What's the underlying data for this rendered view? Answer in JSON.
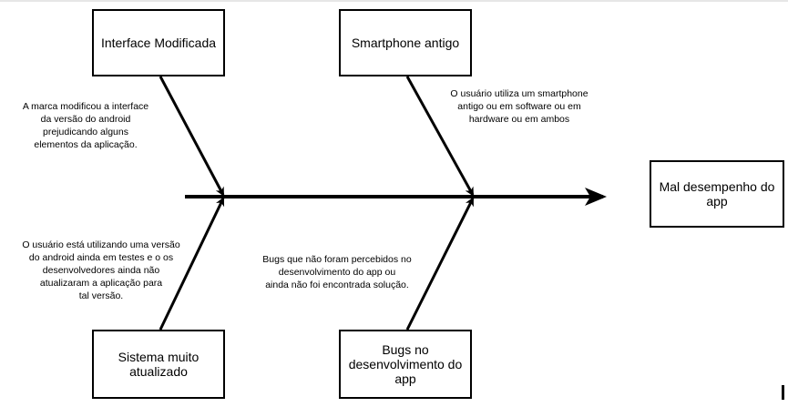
{
  "diagram": {
    "effect": "Mal desempenho do app",
    "causes": {
      "interface": "Interface Modificada",
      "smartphone": "Smartphone antigo",
      "sistema": "Sistema muito atualizado",
      "bugs": "Bugs no desenvolvimento do app"
    },
    "notes": {
      "interface": "A marca modificou a interface\nda versão do android\nprejudicando alguns\nelementos da aplicação.",
      "smartphone": "O usuário utiliza um smartphone\nantigo ou em software ou em\nhardware ou em ambos",
      "sistema": "O usuário está utilizando uma versão\ndo android ainda em testes e o os\ndesenvolvedores ainda não\natualizaram a aplicação para\ntal versão.",
      "bugs": "Bugs que não foram percebidos no\ndesenvolvimento do app ou\nainda não foi encontrada solução."
    }
  },
  "colors": {
    "line": "#000000",
    "box_border": "#000000",
    "background": "#ffffff"
  }
}
